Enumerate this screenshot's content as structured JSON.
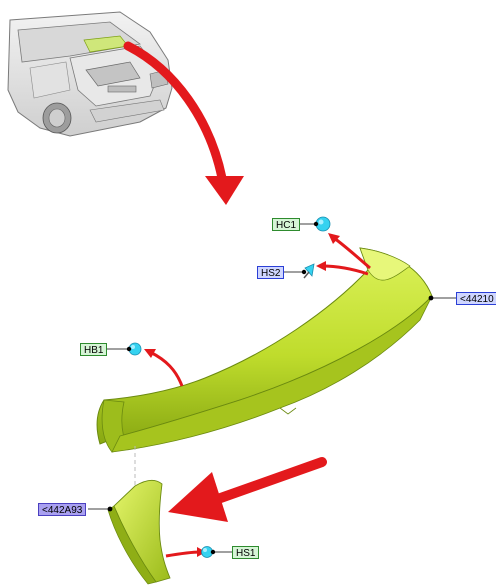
{
  "diagram": {
    "callouts": [
      {
        "id": "hc1",
        "text": "HC1",
        "style": "green"
      },
      {
        "id": "hs2",
        "text": "HS2",
        "style": "blue"
      },
      {
        "id": "p44210",
        "text": "<44210",
        "style": "blue"
      },
      {
        "id": "hb1",
        "text": "HB1",
        "style": "green"
      },
      {
        "id": "p442a93",
        "text": "<442A93",
        "style": "purple"
      },
      {
        "id": "hs1",
        "text": "HS1",
        "style": "green"
      }
    ],
    "icons": [
      "car-rear-view",
      "rear-spoiler",
      "end-cap",
      "clip",
      "screw"
    ],
    "colors": {
      "part_fill": "#c7e63a",
      "part_dark": "#7ea114",
      "arrow_red": "#e3191c",
      "clip_cyan": "#35d2f0"
    }
  }
}
